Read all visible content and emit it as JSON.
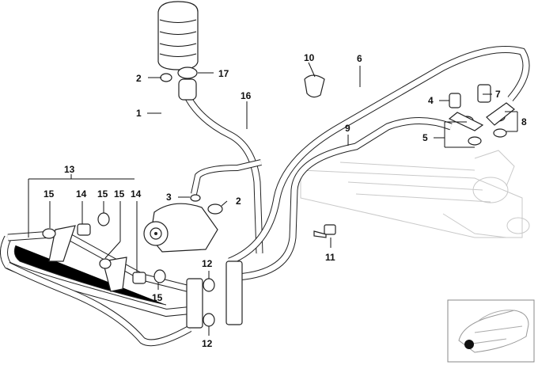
{
  "callouts": [
    {
      "id": "c1",
      "label": "1"
    },
    {
      "id": "c2a",
      "label": "2"
    },
    {
      "id": "c2b",
      "label": "2"
    },
    {
      "id": "c3",
      "label": "3"
    },
    {
      "id": "c4",
      "label": "4"
    },
    {
      "id": "c5",
      "label": "5"
    },
    {
      "id": "c6",
      "label": "6"
    },
    {
      "id": "c7",
      "label": "7"
    },
    {
      "id": "c8",
      "label": "8"
    },
    {
      "id": "c9",
      "label": "9"
    },
    {
      "id": "c10",
      "label": "10"
    },
    {
      "id": "c11",
      "label": "11"
    },
    {
      "id": "c12a",
      "label": "12"
    },
    {
      "id": "c12b",
      "label": "12"
    },
    {
      "id": "c13",
      "label": "13"
    },
    {
      "id": "c14a",
      "label": "14"
    },
    {
      "id": "c14b",
      "label": "14"
    },
    {
      "id": "c15a",
      "label": "15"
    },
    {
      "id": "c15b",
      "label": "15"
    },
    {
      "id": "c15c",
      "label": "15"
    },
    {
      "id": "c15d",
      "label": "15"
    },
    {
      "id": "c16",
      "label": "16"
    },
    {
      "id": "c17",
      "label": "17"
    }
  ]
}
